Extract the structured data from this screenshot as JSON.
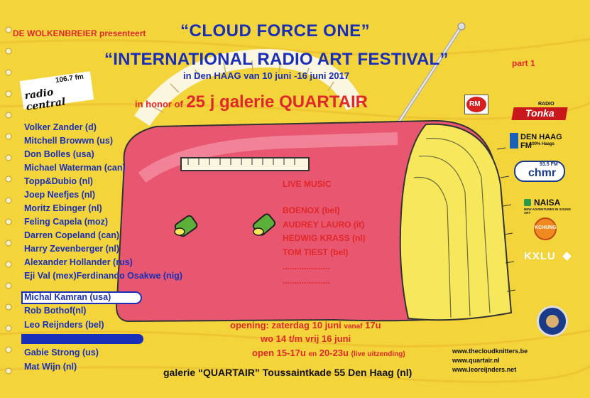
{
  "header": {
    "presenter": "DE WOLKENBREIER",
    "presents_word": "presenteert",
    "project_title": "“CLOUD FORCE ONE”",
    "festival_title": "“INTERNATIONAL RADIO ART FESTIVAL”",
    "part": "part 1",
    "dates": "in Den HAAG van 10 juni -16 juni 2017",
    "honor_prefix": "in honor of",
    "honor_main": "25 j galerie QUARTAIR"
  },
  "artists": [
    "Volker Zander (d)",
    "Mitchell Browwn (us)",
    "Don Bolles (usa)",
    "Michael Waterman (can)",
    "Topp&Dubio (nl)",
    "Joep Neefjes (nl)",
    "Moritz Ebinger (nl)",
    "Feling Capela (moz)",
    "Darren Copeland (can)",
    "Harry Zevenberger (nl)",
    "Alexander Hollander (rus)",
    "Eji Val (mex)Ferdinando Osakwe (nig)",
    "Michal Kamran (usa)",
    "Rob Bothof(nl)",
    "Leo Reijnders (bel)",
    "",
    "Gabie Strong (us)",
    "Mat Wijn (nl)"
  ],
  "live_music": {
    "heading": "LIVE MUSIC",
    "acts": [
      "BOENOX (bel)",
      "AUDREY LAURO (it)",
      "HEDWIG KRASS (nl)",
      "TOM TIEST (bel)",
      "....................",
      "...................."
    ]
  },
  "schedule": {
    "opening_label": "opening:",
    "opening_text": "zaterdag 10 juni",
    "vanaf": "vanaf",
    "opening_time": "17u",
    "weekdays": "wo 14 t/m vrij 16 juni",
    "open_label": "open 15-17u",
    "en": "en",
    "evening": "20-23u",
    "live_note": "(live uitzending)"
  },
  "venue": "galerie “QUARTAIR” Toussaintkade 55 Den Haag (nl)",
  "urls": [
    "www.thecloudknitters.be",
    "www.quartair.nl",
    "www.leoreijnders.net"
  ],
  "logos": {
    "radio_central": "radio central",
    "radio_central_freq": "106.7 fm",
    "rm": "RM",
    "tonka_top": "RADIO",
    "tonka": "Tonka",
    "denhaag": "DEN HAAG FM",
    "denhaag_sub": "100% Haags",
    "chmr_freq": "93.5 FM",
    "chmr": "chmr",
    "naisa": "NAISA",
    "naisa_sub": "NEW ADVENTURES IN SOUND ART",
    "kchung": "KCHUNG",
    "kxlu": "KXLU"
  },
  "colors": {
    "background": "#f3d43a",
    "red_text": "#e0282a",
    "blue_text": "#1a2fb8",
    "radio_body": "#e8566f"
  }
}
